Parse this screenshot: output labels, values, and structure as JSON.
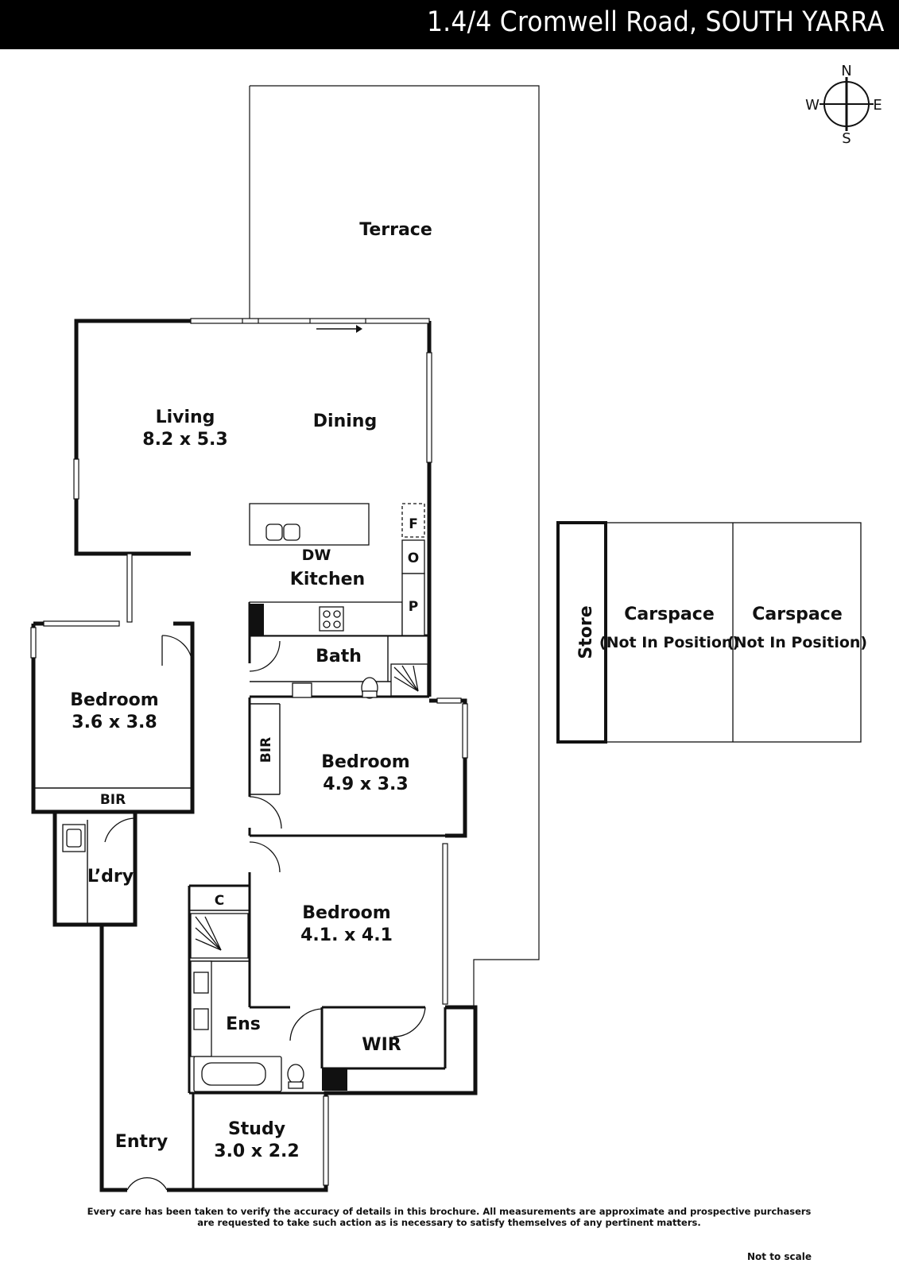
{
  "header": {
    "address": "1.4/4 Cromwell Road, SOUTH YARRA"
  },
  "compass": {
    "north": "N",
    "south": "S",
    "east": "E",
    "west": "W"
  },
  "rooms": {
    "terrace": "Terrace",
    "living_name": "Living",
    "living_size": "8.2 x 5.3",
    "dining": "Dining",
    "fridge": "F",
    "oven": "O",
    "pantry": "P",
    "dishwasher": "DW",
    "kitchen": "Kitchen",
    "bath": "Bath",
    "bed1_name": "Bedroom",
    "bed1_size": "3.6 x 3.8",
    "bed1_bir": "BIR",
    "bed2_name": "Bedroom",
    "bed2_size": "4.9 x 3.3",
    "bed2_bir": "BIR",
    "laundry": "L’dry",
    "cupboard": "C",
    "bed3_name": "Bedroom",
    "bed3_size": "4.1. x 4.1",
    "ensuite": "Ens",
    "wir": "WIR",
    "entry": "Entry",
    "study_name": "Study",
    "study_size": "3.0 x 2.2",
    "store": "Store",
    "carspace1_name": "Carspace",
    "carspace1_note": "(Not In Position)",
    "carspace2_name": "Carspace",
    "carspace2_note": "(Not In Position)"
  },
  "footer": {
    "disclaimer_line1": "Every care has been taken to verify the accuracy of details in this brochure.  All measurements are approximate and prospective purchasers",
    "disclaimer_line2": "are requested to take such action as is necessary to satisfy themselves of any pertinent matters.",
    "scale_note": "Not to scale"
  }
}
